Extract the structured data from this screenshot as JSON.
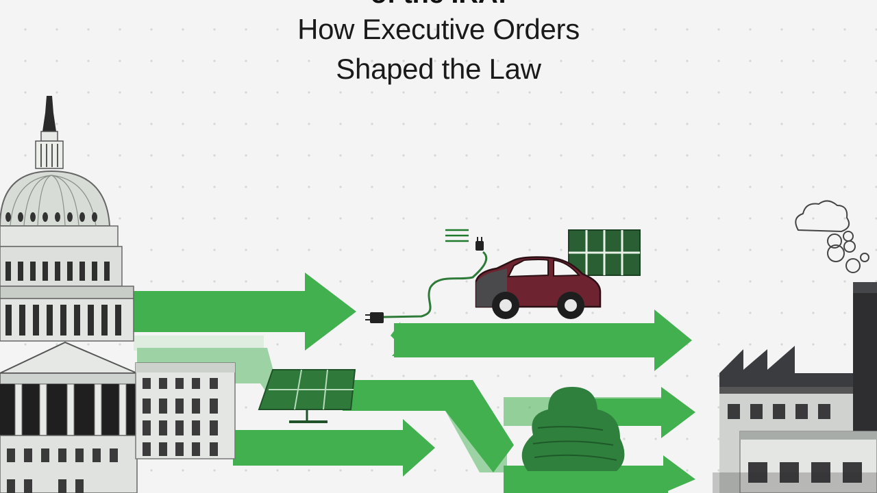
{
  "title": {
    "cut_line": "of the IRA:",
    "line1": "How Executive Orders",
    "line2": "Shaped the Law"
  },
  "colors": {
    "arrow_green": "#43b04f",
    "dark_green": "#2d7a39",
    "car_maroon": "#6e2430",
    "building_gray": "#cfd3cf",
    "factory_dark": "#2e2e30"
  },
  "illustrations": [
    "capitol-building-icon",
    "policy-arrow-icon",
    "ev-charging-plug-icon",
    "electric-car-icon",
    "solar-panel-icon",
    "tree-icon",
    "factory-icon",
    "smoke-cloud-icon"
  ]
}
